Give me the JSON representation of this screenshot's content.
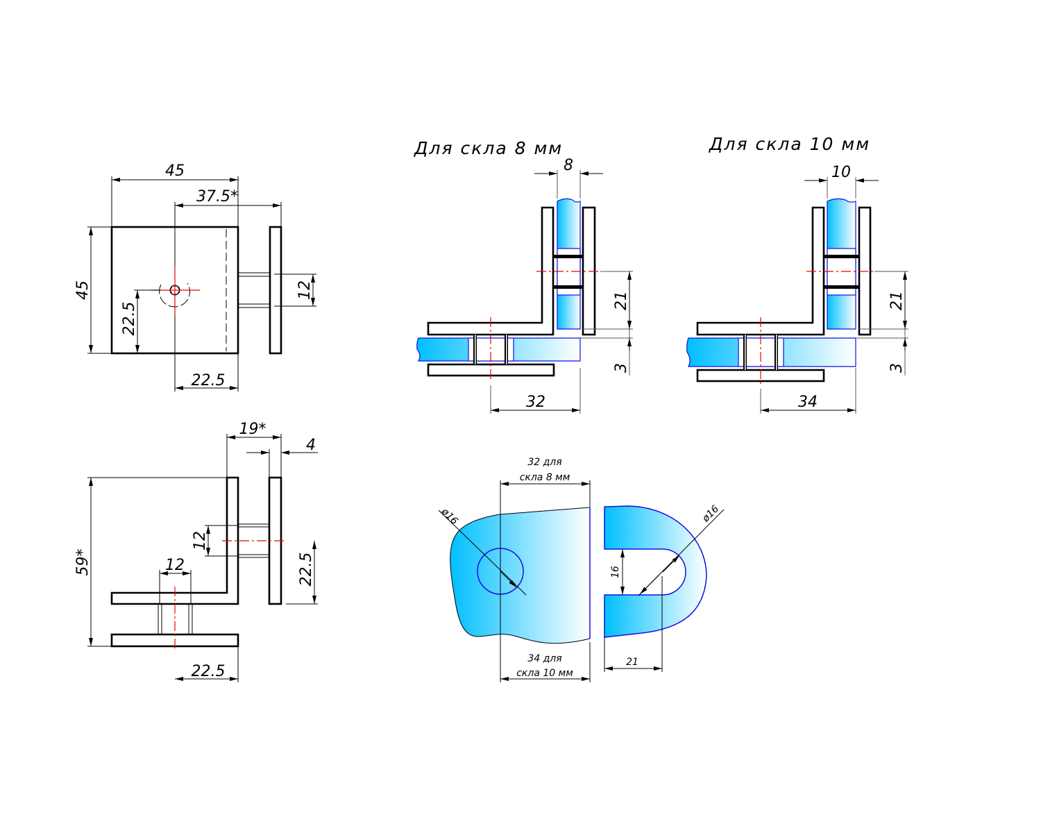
{
  "titles": {
    "glass8": "Для скла 8 мм",
    "glass10": "Для скла 10 мм"
  },
  "front_view": {
    "width": "45",
    "hole_offset": "37.5*",
    "height": "45",
    "center_v": "22.5",
    "connector": "12",
    "center_h": "22.5"
  },
  "side_view": {
    "depth": "19*",
    "plate": "4",
    "height": "59*",
    "connector_v": "12",
    "center_v": "22.5",
    "connector_h": "12",
    "center_h": "22.5"
  },
  "glass8_view": {
    "thickness": "8",
    "offset": "21",
    "gap": "3",
    "depth": "32"
  },
  "glass10_view": {
    "thickness": "10",
    "offset": "21",
    "gap": "3",
    "depth": "34"
  },
  "glass_cutouts": {
    "hole_diameter": "ø16",
    "top_line1": "32 для",
    "top_line2": "скла 8 мм",
    "bottom_line1": "34 для",
    "bottom_line2": "скла 10 мм",
    "slot_diameter": "ø16",
    "slot_width": "16",
    "slot_depth": "21"
  },
  "colors": {
    "glass": "#00bfff",
    "outline": "#1010e0",
    "centerline": "#e00000"
  }
}
